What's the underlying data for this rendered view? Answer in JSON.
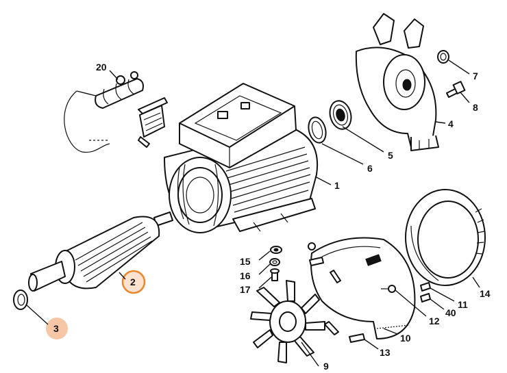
{
  "diagram": {
    "callouts": [
      {
        "id": "1",
        "label": "1"
      },
      {
        "id": "2",
        "label": "2",
        "highlight": "ring"
      },
      {
        "id": "3",
        "label": "3",
        "highlight": "soft"
      },
      {
        "id": "4",
        "label": "4"
      },
      {
        "id": "5",
        "label": "5"
      },
      {
        "id": "6",
        "label": "6"
      },
      {
        "id": "7",
        "label": "7"
      },
      {
        "id": "8",
        "label": "8"
      },
      {
        "id": "9",
        "label": "9"
      },
      {
        "id": "10",
        "label": "10"
      },
      {
        "id": "11",
        "label": "11"
      },
      {
        "id": "12",
        "label": "12"
      },
      {
        "id": "13",
        "label": "13"
      },
      {
        "id": "14",
        "label": "14"
      },
      {
        "id": "15",
        "label": "15"
      },
      {
        "id": "16",
        "label": "16"
      },
      {
        "id": "17",
        "label": "17"
      },
      {
        "id": "20",
        "label": "20"
      },
      {
        "id": "40",
        "label": "40"
      }
    ],
    "colors": {
      "line": "#111111",
      "highlight_ring": "#e9872d",
      "highlight_fill": "#fde3cf",
      "highlight_soft": "#f7c6a6"
    }
  }
}
